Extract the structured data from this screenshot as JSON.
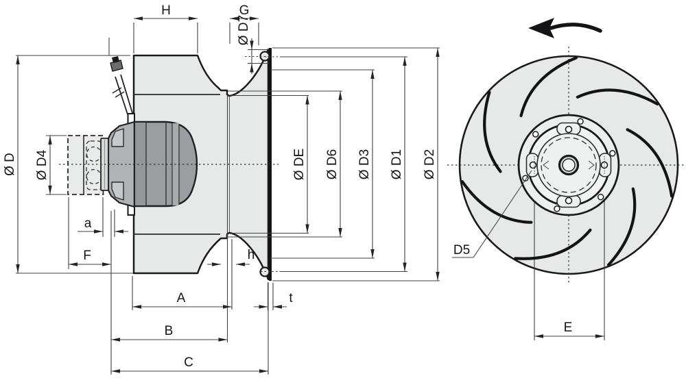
{
  "labels": {
    "H": "H",
    "G": "G",
    "D7": "Ø D7",
    "D": "Ø D",
    "D4": "Ø D4",
    "a": "a",
    "F": "F",
    "h": "h",
    "A": "A",
    "t": "t",
    "B": "B",
    "C": "C",
    "DE": "Ø DE",
    "D6": "Ø D6",
    "D3": "Ø D3",
    "D1": "Ø D1",
    "D2": "Ø D2",
    "D5": "D5",
    "E": "E"
  },
  "icons": {
    "rotation_arrow": "curved-arrow-counterclockwise"
  },
  "colors": {
    "background": "#ffffff",
    "outline": "#1a1a1c",
    "body_fill": "#e7e9e9",
    "motor_fill": "#9b9ea1",
    "motor_band": "#a8abad",
    "bell_fill": "#b0b3b5",
    "dim_line": "#3d3f41"
  }
}
